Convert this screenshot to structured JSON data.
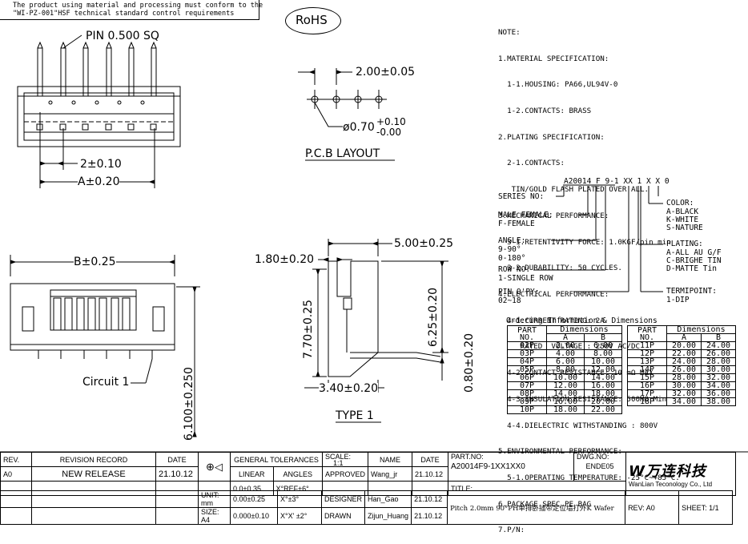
{
  "header_note": [
    "The product using material and processing must conform to the",
    "\"WI-PZ-001\"HSF technical standard control requirements"
  ],
  "rohs": "RoHS",
  "top_view": {
    "pin_label": "PIN 0.500 SQ",
    "pitch_label": "2±0.10",
    "a_label": "A±0.20"
  },
  "pcb": {
    "pitch_label": "2.00±0.05",
    "hole_label": "ø0.70",
    "tol_upper": "+0.10",
    "tol_lower": "-0.00",
    "title": "P.C.B LAYOUT"
  },
  "front_view": {
    "b_label": "B±0.25",
    "circuit_label": "Circuit 1",
    "height_label": "6.100±0.250"
  },
  "side_view": {
    "dim_top": "5.00±0.25",
    "dim_left": "1.80±0.20",
    "dim_vert1": "7.70±0.25",
    "dim_vert2": "6.25±0.20",
    "dim_vert3": "0.80±0.20",
    "dim_bottom": "3.40±0.20",
    "title": "TYPE 1"
  },
  "notes": [
    "NOTE:",
    "1.MATERIAL SPECIFICATION:",
    "  1-1.HOUSING: PA66,UL94V-0",
    "  1-2.CONTACTS: BRASS",
    "2.PLATING SPECIFICATION:",
    "  2-1.CONTACTS:",
    "   TIN/GOLD FLASH PLATED OVER ALL.",
    "3.MECHANICAL PERFORMANCE:",
    "  3-1.RETENTIVITY FORCE: 1.0KGF/pin min",
    "  3-2.DURABILITY: 50 CYCLES.",
    "4.ELECTRICAL PERFORMANCE:",
    "  4-1.CURRENT RATING: 2A",
    "     RATED  VOLTAGE : 250V AC/DC",
    "  4-2.CONTACT RESISTANCE: 10 mΩ MAX",
    "  4-3.INSULATION RESISTANCE: 500MΩ Min",
    "  4-4.DIELECTRIC WITHSTANDING : 800V",
    "5.ENVIRONMENTAL PERFORMANCE:",
    "  5-1.OPERATING TEMPERATURE: -25°C~+85°C.",
    "6.PACKAGE SPEC.PE BAG",
    "7.P/N:"
  ],
  "pn": {
    "code": "A20014 F 9-1 XX 1 X X 0",
    "series": "SERIES NO:",
    "male_female": [
      "MALE FEMALE:",
      "F-FEMALE"
    ],
    "angle": [
      "ANGLE:",
      "9-90°",
      "0-180°"
    ],
    "row": [
      "ROW NO:",
      "1-SINGLE ROW"
    ],
    "pin_qty": [
      "PIN Q'PY:",
      "02~18"
    ],
    "color": [
      "COLOR:",
      "A-BLACK",
      "K-WHITE",
      "S-NATURE"
    ],
    "plating": [
      "PLATING:",
      "A-ALL AU G/F",
      "C-BRIGHE TIN",
      "D-MATTE Tin"
    ],
    "termipoint": [
      "TERMIPOINT:",
      "1-DIP"
    ]
  },
  "ordering": {
    "title": "Ordering Information & Dimensions",
    "headers": [
      "PART NO.",
      "Dimensions",
      "A",
      "B"
    ],
    "left_rows": [
      [
        "02P",
        "2.00",
        "6.00"
      ],
      [
        "03P",
        "4.00",
        "8.00"
      ],
      [
        "04P",
        "6.00",
        "10.00"
      ],
      [
        "05P",
        "8.00",
        "12.00"
      ],
      [
        "06P",
        "10.00",
        "14.00"
      ],
      [
        "07P",
        "12.00",
        "16.00"
      ],
      [
        "08P",
        "14.00",
        "18.00"
      ],
      [
        "09P",
        "16.00",
        "20.00"
      ],
      [
        "10P",
        "18.00",
        "22.00"
      ]
    ],
    "right_rows": [
      [
        "11P",
        "20.00",
        "24.00"
      ],
      [
        "12P",
        "22.00",
        "26.00"
      ],
      [
        "13P",
        "24.00",
        "28.00"
      ],
      [
        "14P",
        "26.00",
        "30.00"
      ],
      [
        "15P",
        "28.00",
        "32.00"
      ],
      [
        "16P",
        "30.00",
        "34.00"
      ],
      [
        "17P",
        "32.00",
        "36.00"
      ],
      [
        "18P",
        "34.00",
        "38.00"
      ]
    ]
  },
  "title_block": {
    "rev_h": "REV.",
    "record_h": "REVISION RECORD",
    "date_h": "DATE",
    "rev": "A0",
    "record": "NEW RELEASE",
    "date": "21.10.12",
    "gt_h": "GENERAL TOLERANCES",
    "linear_h": "LINEAR",
    "angles_h": "ANGLES",
    "tol_rows": [
      [
        "0.0±0.35",
        "X°REF±6°"
      ],
      [
        "0.00±0.25",
        "X°±3°"
      ],
      [
        "0.000±0.10",
        "X°X' ±2°"
      ]
    ],
    "unit": "UNIT: mm",
    "size": "SIZE: A4",
    "scale_h": "SCALE:",
    "scale": "1:1",
    "name_h": "NAME",
    "date_h2": "DATE",
    "people": [
      [
        "APPROVED",
        "Wang_jr",
        "21.10.12"
      ],
      [
        "DESIGNER",
        "Han_Gao",
        "21.10.12"
      ],
      [
        "DRAWN",
        "Zijun_Huang",
        "21.10.12"
      ]
    ],
    "partno_h": "PART.NO:",
    "partno": "A20014F9-1XX1XX0",
    "dwgno_h": "DWG.NO:",
    "dwgno": "ENDE05",
    "title_h": "TITLE:",
    "title": "Pitch 2.0mm 90°PH单排卧插带定位墙打外K Wafer",
    "company": "WanLian Teconology Co., Ltd",
    "logo_text": "万连科技",
    "rev_label": "REV:",
    "rev_val": "A0",
    "sheet_label": "SHEET:",
    "sheet_val": "1/1"
  }
}
